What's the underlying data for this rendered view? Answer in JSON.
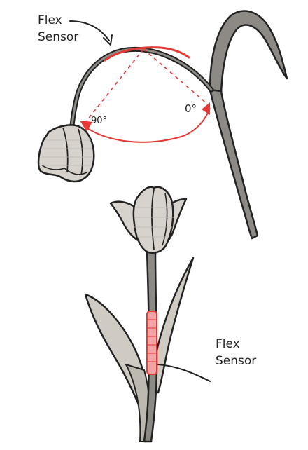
{
  "labels": {
    "top_sensor_line1": "Flex",
    "top_sensor_line2": "Sensor",
    "angle_90": "90°",
    "angle_0": "0°",
    "bottom_sensor_line1": "Flex",
    "bottom_sensor_line2": "Sensor"
  },
  "colors": {
    "ink": "#222222",
    "petal_fill": "#d7d3cc",
    "stem_fill": "#8d8a86",
    "leaf_fill": "#cfcac2",
    "sensor_red": "#e53935",
    "sensor_fill": "#f3a3a3"
  }
}
